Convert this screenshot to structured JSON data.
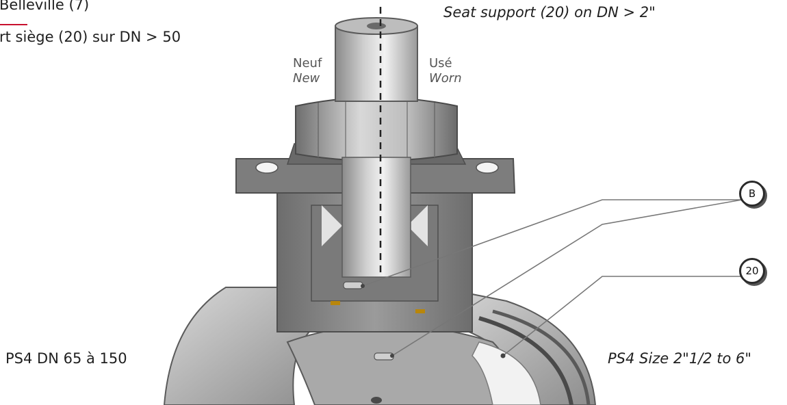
{
  "texts": {
    "fr_belleville": "Belleville (7)",
    "fr_seat_support": "rt siège (20) sur DN > 50",
    "en_seat_support": "Seat support (20) on DN > 2\"",
    "neuf": "Neuf",
    "new": "New",
    "use": "Usé",
    "worn": "Worn",
    "fr_range": "PS4 DN 65 à 150",
    "en_range": "PS4 Size 2\"1/2 to 6\""
  },
  "callouts": {
    "b": "B",
    "twenty": "20"
  },
  "colors": {
    "accent_red": "#c8102e",
    "body_grey": "#8c8c8c",
    "leader_grey": "#777777"
  }
}
